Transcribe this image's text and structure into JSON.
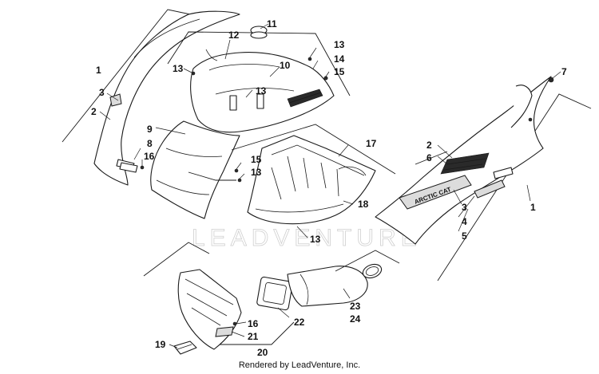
{
  "diagram": {
    "footer_text": "Rendered by LeadVenture, Inc.",
    "watermark_text": "LEADVENTURE",
    "decal_text": "ARCTIC CAT",
    "callouts": {
      "c1_left": "1",
      "c3_left": "3",
      "c2_left": "2",
      "c11": "11",
      "c12": "12",
      "c13_top": "13",
      "c14": "14",
      "c15_top": "15",
      "c10": "10",
      "c13_left": "13",
      "c13_mid": "13",
      "c7": "7",
      "c9": "9",
      "c8": "8",
      "c16_left": "16",
      "c17": "17",
      "c15_mid": "15",
      "c13_mid2": "13",
      "c2_right": "2",
      "c6": "6",
      "c18": "18",
      "c1_right": "1",
      "c3_right": "3",
      "c4": "4",
      "c5": "5",
      "c13_low": "13",
      "c23": "23",
      "c24": "24",
      "c22": "22",
      "c16_low": "16",
      "c21": "21",
      "c19": "19",
      "c20": "20"
    }
  }
}
